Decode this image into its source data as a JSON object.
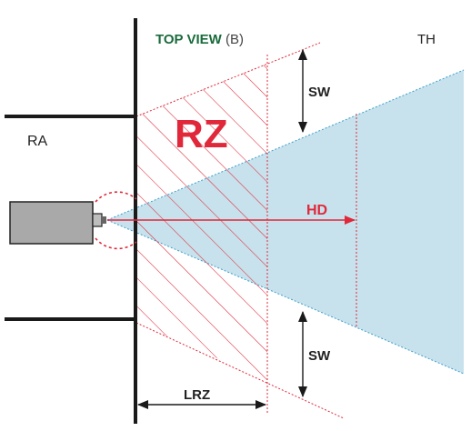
{
  "title": {
    "main": "TOP VIEW",
    "suffix": "(B)",
    "main_color": "#1a6b3c",
    "suffix_color": "#444444"
  },
  "labels": {
    "th": "TH",
    "ra": "RA",
    "rz": "RZ",
    "hd": "HD",
    "sw_top": "SW",
    "sw_bottom": "SW",
    "lrz": "LRZ"
  },
  "colors": {
    "wall": "#1a1a1a",
    "restricted_zone": "#e0283a",
    "detection_area_fill": "#c7e2ec",
    "detection_edge": "#3a9fcf",
    "camera_body": "#a9a9a9",
    "camera_outline": "#222222",
    "text_dark": "#222222"
  },
  "icons": {
    "camera": "camera-icon"
  }
}
